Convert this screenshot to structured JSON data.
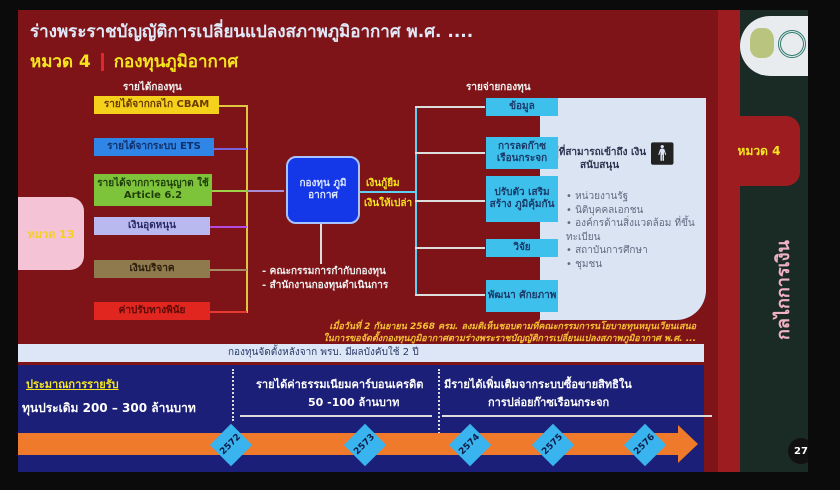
{
  "title": "ร่างพระราชบัญญัติการเปลี่ยนแปลงสภาพภูมิอากาศ พ.ศ. ....",
  "subtitle": {
    "chapter": "หมวด 4",
    "name": "กองทุนภูมิอากาศ"
  },
  "income": {
    "header": "รายได้กองทุน",
    "items": [
      "รายได้จากกลไก CBAM",
      "รายได้จากระบบ ETS",
      "รายได้จากการอนุญาต ใช้ Article 6.2",
      "เงินอุดหนุน",
      "เงินบริจาค",
      "ค่าปรับทางพินัย"
    ]
  },
  "fund": {
    "label": "กองทุน ภูมิอากาศ",
    "loan": "เงินกู้ยืม",
    "grant": "เงินให้เปล่า",
    "governance": [
      "- คณะกรรมการกำกับกองทุน",
      "- สำนักงานกองทุนดำเนินการ"
    ]
  },
  "expense": {
    "header": "รายจ่ายกองทุน",
    "items": [
      "ข้อมูล",
      "การลดก๊าซ เรือนกระจก",
      "ปรับตัว เสริมสร้าง ภูมิคุ้มกัน",
      "วิจัย",
      "พัฒนา ศักยภาพ"
    ]
  },
  "eligible": {
    "title": "ผู้ที่สามารถเข้าถึง เงินสนับสนุน",
    "items": [
      "หน่วยงานรัฐ",
      "นิติบุคคลเอกชน",
      "องค์กรด้านสิ่งแวดล้อม ที่ขึ้นทะเบียน",
      "สถาบันการศึกษา",
      "ชุมชน"
    ]
  },
  "left_tab": "หมวด 13",
  "right_tab": "หมวด 4",
  "vertical_label": "กลไกการเงิน",
  "note": [
    "เมื่อวันที่ 2 กันยายน 2568 ครม. ลงมติเห็นชอบตามที่คณะกรรมการนโยบายทุนหมุนเวียนเสนอ",
    "ในการขอจัดตั้งกองทุนภูมิอากาศตามร่างพระราชบัญญัติการเปลี่ยนแปลงสภาพภูมิอากาศ พ.ศ. ..."
  ],
  "banner": "กองทุนจัดตั้งหลังจาก พรบ. มีผลบังคับใช้ 2 ปี",
  "timeline": {
    "heading": "ประมาณการรายรับ",
    "initial": "ทุนประเดิม 200 – 300 ล้านบาท",
    "phase1": [
      "รายได้ค่าธรรมเนียมคาร์บอนเครดิต",
      "50 -100 ล้านบาท"
    ],
    "phase2": [
      "มีรายได้เพิ่มเติมจากระบบซื้อขายสิทธิใน",
      "การปล่อยก๊าซเรือนกระจก"
    ],
    "years": [
      "2572",
      "2573",
      "2574",
      "2575",
      "2576"
    ]
  },
  "page_number": "27"
}
